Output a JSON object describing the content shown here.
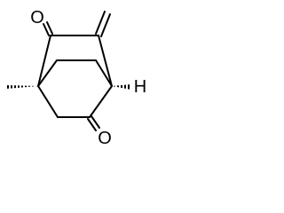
{
  "molecule": {
    "atoms": [
      {
        "id": "o-top",
        "symbol": "O"
      },
      {
        "id": "o-bottom",
        "symbol": "O"
      },
      {
        "id": "h-bridgehead",
        "symbol": "H"
      }
    ]
  },
  "colors": {
    "bond": "#000000",
    "text": "#000000",
    "background": "#ffffff"
  }
}
